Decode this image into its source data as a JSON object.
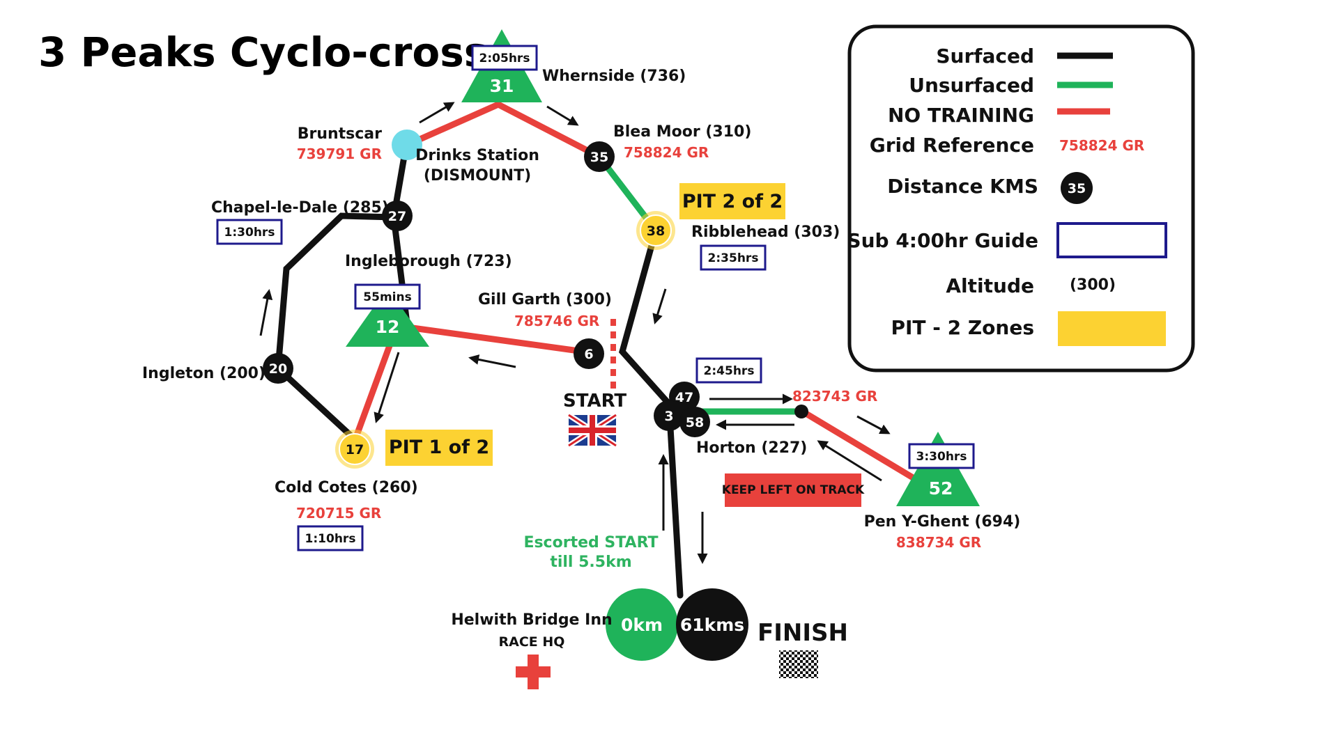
{
  "title": "3 Peaks Cyclo-cross",
  "colors": {
    "surfaced": "#111111",
    "unsurfaced": "#1fb35a",
    "no_training": "#e8413c",
    "grid_ref": "#e8413c",
    "pit": "#fcd232",
    "box_border": "#1e1a8c",
    "drinks": "#6fdbe8",
    "start": "#1fb35a"
  },
  "legend": {
    "surfaced": "Surfaced",
    "unsurfaced": "Unsurfaced",
    "no_training": "NO TRAINING",
    "grid_reference": "Grid Reference",
    "grid_reference_sample": "758824 GR",
    "distance": "Distance KMS",
    "distance_sample": "35",
    "guide": "Sub 4:00hr Guide",
    "altitude": "Altitude",
    "altitude_sample": "(300)",
    "pit": "PIT - 2 Zones"
  },
  "places": {
    "whernside": "Whernside (736)",
    "bruntscar": "Bruntscar",
    "bruntscar_gr": "739791 GR",
    "drinks_1": "Drinks Station",
    "drinks_2": "(DISMOUNT)",
    "blea_moor": "Blea Moor (310)",
    "blea_moor_gr": "758824 GR",
    "chapel": "Chapel-le-Dale (285)",
    "ingleborough": "Ingleborough (723)",
    "gill_garth": "Gill Garth (300)",
    "gill_garth_gr": "785746 GR",
    "ribblehead": "Ribblehead (303)",
    "ingleton": "Ingleton (200)",
    "start": "START",
    "horton": "Horton (227)",
    "horton_gr": "823743 GR",
    "cold_cotes": "Cold Cotes (260)",
    "cold_cotes_gr": "720715 GR",
    "pen_y_ghent": "Pen Y-Ghent (694)",
    "pen_y_ghent_gr": "838734 GR",
    "hq_1": "Helwith Bridge Inn",
    "hq_2": "RACE HQ",
    "finish": "FINISH",
    "escort_1": "Escorted START",
    "escort_2": "till 5.5km",
    "keep_left": "KEEP LEFT ON TRACK"
  },
  "times": {
    "whernside": "2:05hrs",
    "chapel": "1:30hrs",
    "ingleborough": "55mins",
    "ribblehead": "2:35hrs",
    "horton": "2:45hrs",
    "cold_cotes": "1:10hrs",
    "pen_y_ghent": "3:30hrs"
  },
  "pits": {
    "pit1": "PIT 1 of 2",
    "pit2": "PIT 2 of 2"
  },
  "distances": {
    "whernside": "31",
    "blea_moor": "35",
    "chapel": "27",
    "ribblehead": "38",
    "ingleborough": "12",
    "gill_garth": "6",
    "ingleton": "20",
    "horton_out": "47",
    "horton_start": "3",
    "horton_back": "58",
    "cold_cotes": "17",
    "pen_y_ghent": "52",
    "start": "0km",
    "finish": "61kms"
  }
}
